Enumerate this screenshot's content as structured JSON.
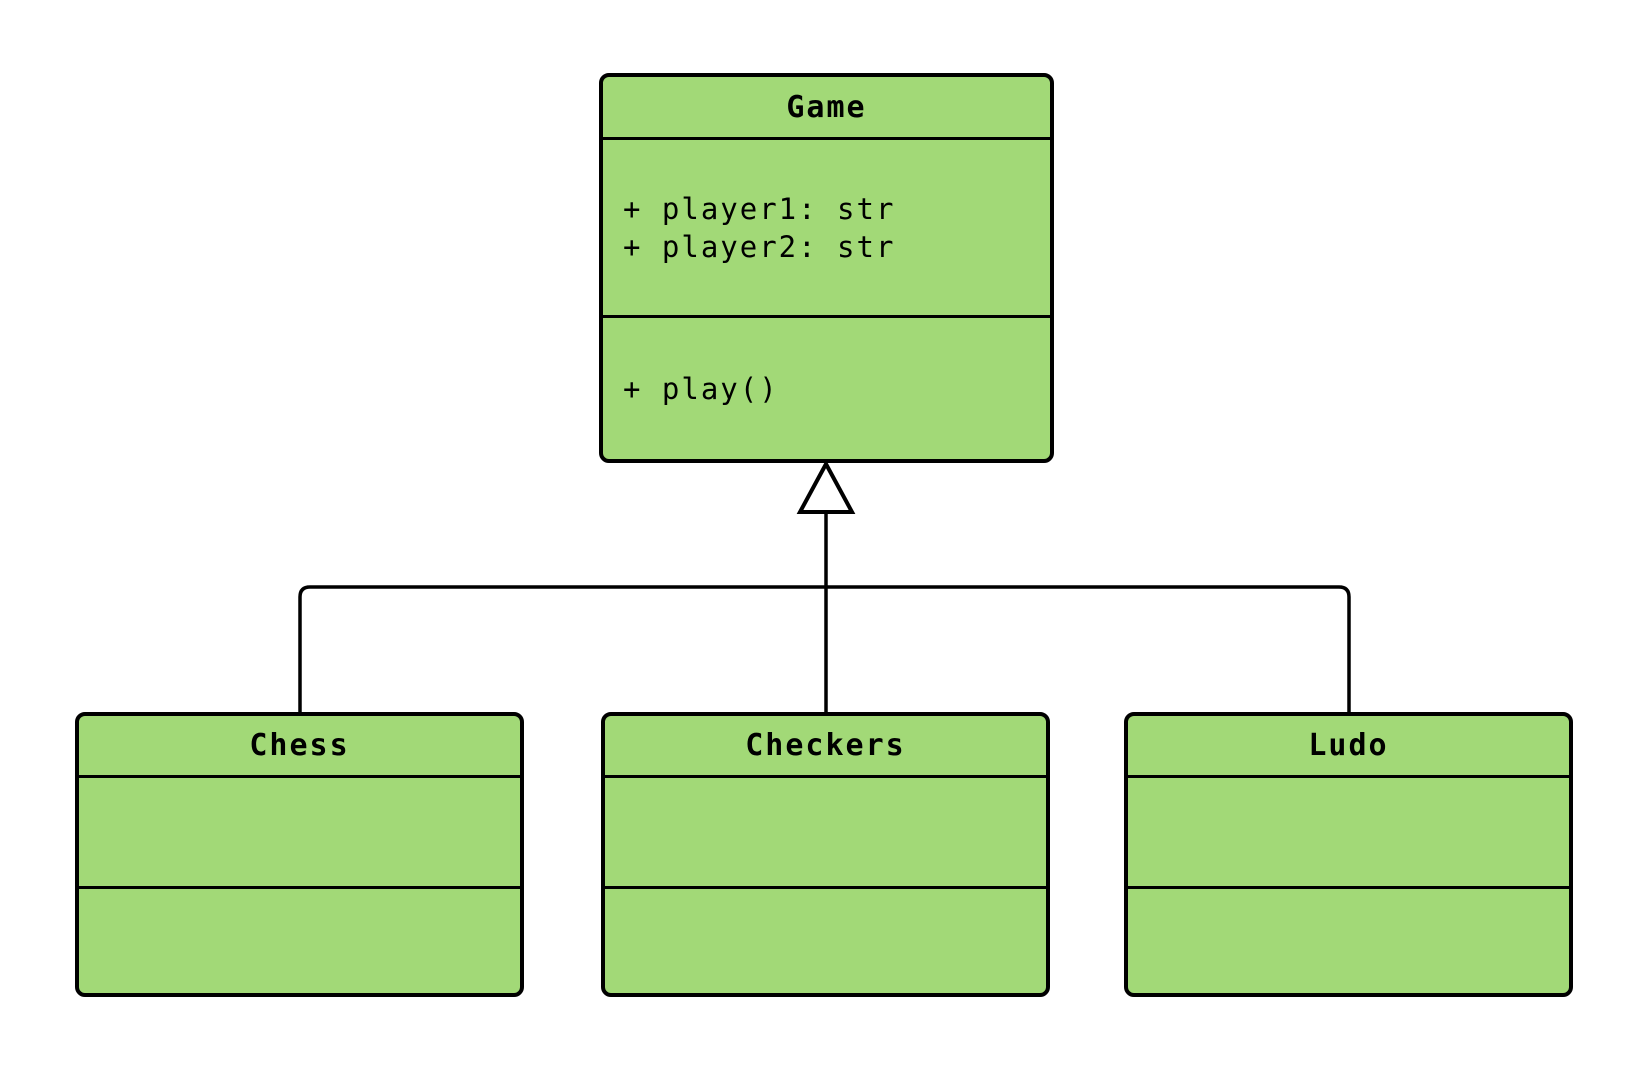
{
  "colors": {
    "node_fill": "#A2D977",
    "stroke": "#000000",
    "background": "#FFFFFF"
  },
  "classes": [
    {
      "name": "Game",
      "attributes": [
        "+ player1: str",
        "+ player2: str"
      ],
      "methods": [
        "+ play()"
      ]
    },
    {
      "name": "Chess",
      "attributes": [],
      "methods": []
    },
    {
      "name": "Checkers",
      "attributes": [],
      "methods": []
    },
    {
      "name": "Ludo",
      "attributes": [],
      "methods": []
    }
  ],
  "relations": [
    {
      "type": "inheritance",
      "from": "Chess",
      "to": "Game"
    },
    {
      "type": "inheritance",
      "from": "Checkers",
      "to": "Game"
    },
    {
      "type": "inheritance",
      "from": "Ludo",
      "to": "Game"
    }
  ]
}
